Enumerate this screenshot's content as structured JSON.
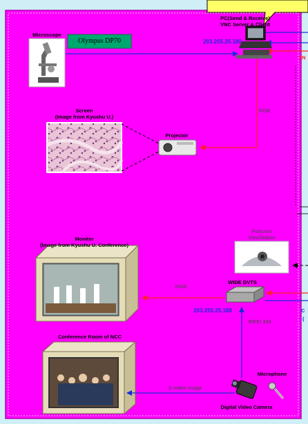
{
  "pc": {
    "title_line1": "PC(Send & Receive)",
    "title_line2": "VNC Server & Client",
    "ip": "203.255.25.180"
  },
  "microscope": {
    "label": "Microscope",
    "camera_label": "Olympus DP70"
  },
  "screen": {
    "label_line1": "Screen",
    "label_line2": "(Image from Kyushu U.)"
  },
  "projector": {
    "label": "Projector"
  },
  "links": {
    "pc_to_projector": "RGB",
    "dvts_to_monitor": "RGB",
    "camera_to_dvts": "IEEEI 394",
    "camera_to_room": "S-Video image"
  },
  "polycom": {
    "label_line1": "Polycom",
    "label_line2": "ViewStation"
  },
  "monitor": {
    "label_line1": "Monitor",
    "label_line2": "(Image from Kyushu U. Conference)"
  },
  "dvts": {
    "label": "WIDE DVTS",
    "ip": "203.255.25.188"
  },
  "conference_room": {
    "label": "Conference Room of NCC"
  },
  "microphone": {
    "label": "Microphone"
  },
  "video_camera": {
    "label": "Digital Video Camera"
  },
  "edge_text": {
    "vn": "VN",
    "c_top": "C",
    "c_bottom": "("
  },
  "colors": {
    "panel": "#ff00ff",
    "background": "#cfeef6",
    "red_link": "#ff2020",
    "blue_link": "#1a2bd8",
    "callout": "#ffff66",
    "camera_label_bg": "#00a870"
  }
}
